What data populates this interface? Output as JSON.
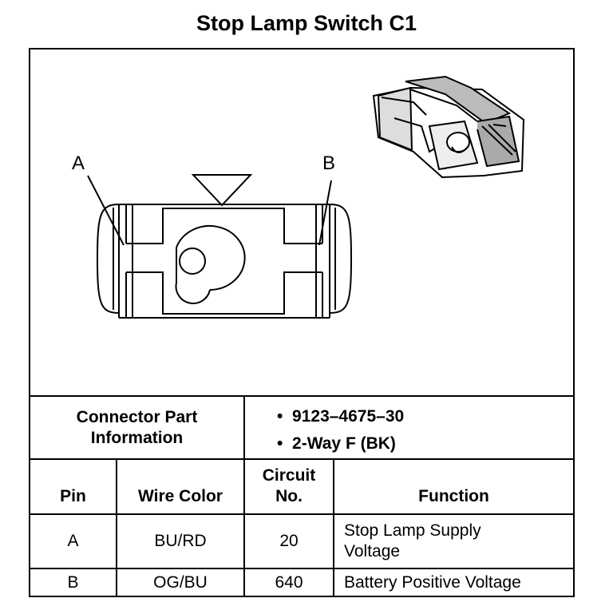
{
  "title": "Stop Lamp Switch C1",
  "diagram": {
    "pin_labels": [
      "A",
      "B"
    ],
    "icons": [
      "connector-face-icon",
      "connector-3d-view-icon"
    ]
  },
  "connector_info": {
    "label_line1": "Connector Part",
    "label_line2": "Information",
    "items": [
      "9123–4675–30",
      "2-Way F (BK)"
    ]
  },
  "table": {
    "headers": {
      "pin": "Pin",
      "wire_color": "Wire Color",
      "circuit_line1": "Circuit",
      "circuit_line2": "No.",
      "function": "Function"
    },
    "rows": [
      {
        "pin": "A",
        "wire_color": "BU/RD",
        "circuit": "20",
        "function_line1": "Stop Lamp Supply",
        "function_line2": "Voltage"
      },
      {
        "pin": "B",
        "wire_color": "OG/BU",
        "circuit": "640",
        "function_line1": "Battery Positive Voltage",
        "function_line2": ""
      }
    ]
  }
}
